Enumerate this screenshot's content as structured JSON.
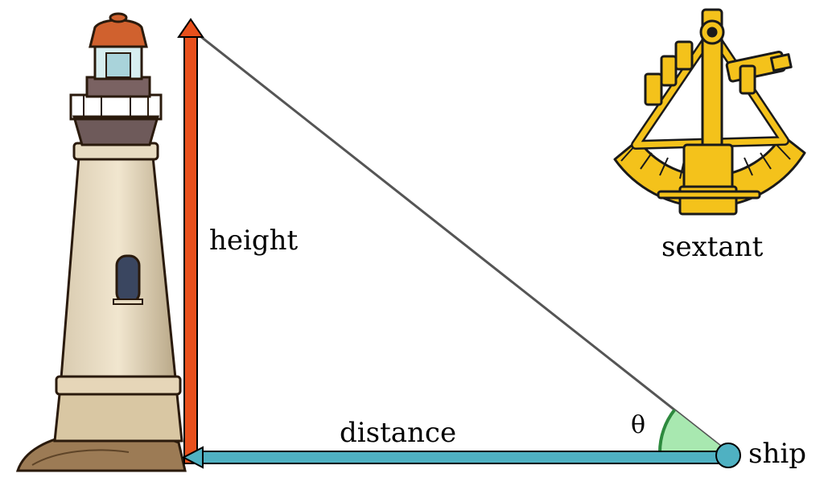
{
  "labels": {
    "height": "height",
    "distance": "distance",
    "theta": "θ",
    "ship": "ship",
    "sextant": "sextant"
  },
  "icons": [
    "lighthouse-icon",
    "sextant-icon",
    "ship-marker-icon"
  ],
  "colors": {
    "height_arrow": "#e8501c",
    "distance_arrow": "#4fb1c2",
    "angle_fill": "#a8e8b0",
    "angle_stroke": "#2d8a3e",
    "hypotenuse": "#555555",
    "sextant_gold": "#f4c21b"
  }
}
